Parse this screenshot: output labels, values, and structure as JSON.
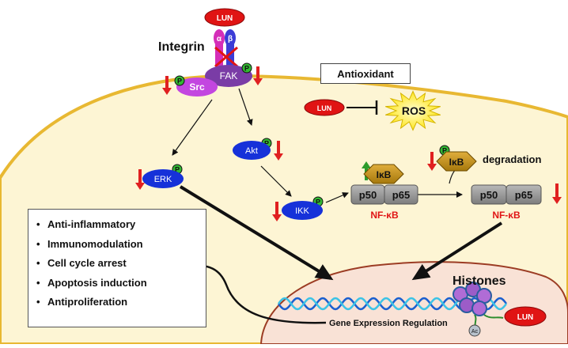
{
  "drug": {
    "label": "LUN"
  },
  "receptor": {
    "label": "Integrin",
    "alpha": "α",
    "beta": "β"
  },
  "kinases": {
    "src": "Src",
    "fak": "FAK",
    "erk": "ERK",
    "akt": "Akt",
    "ikk": "IKK"
  },
  "phospho": "P",
  "antioxidant": {
    "box_label": "Antioxidant",
    "ros": "ROS"
  },
  "ikb": {
    "label": "IκB",
    "degradation": "degradation"
  },
  "nfkb": {
    "p50": "p50",
    "p65": "p65",
    "complex_label": "NF-κB"
  },
  "nucleus": {
    "histones": "Histones",
    "gene_regulation": "Gene Expression Regulation",
    "acetyl": "Ac"
  },
  "effects": [
    "Anti-inflammatory",
    "Immunomodulation",
    "Cell cycle arrest",
    "Apoptosis induction",
    "Antiproliferation"
  ],
  "colors": {
    "cytoplasm": "#fdf5d4",
    "membrane": "#e8b832",
    "lun_red": "#e01414",
    "kinase_blue": "#1631d9",
    "phospho_green": "#33b833",
    "ikb_gold": "#b8860b",
    "nfkb_gray": "#8f8f8f",
    "nucleus_fill": "#f9e2d6",
    "nucleus_border": "#9c3c24",
    "ros_yellow": "#ffec3a",
    "arrow_up_green": "#2c9c2c",
    "arrow_down_red": "#e02020"
  }
}
